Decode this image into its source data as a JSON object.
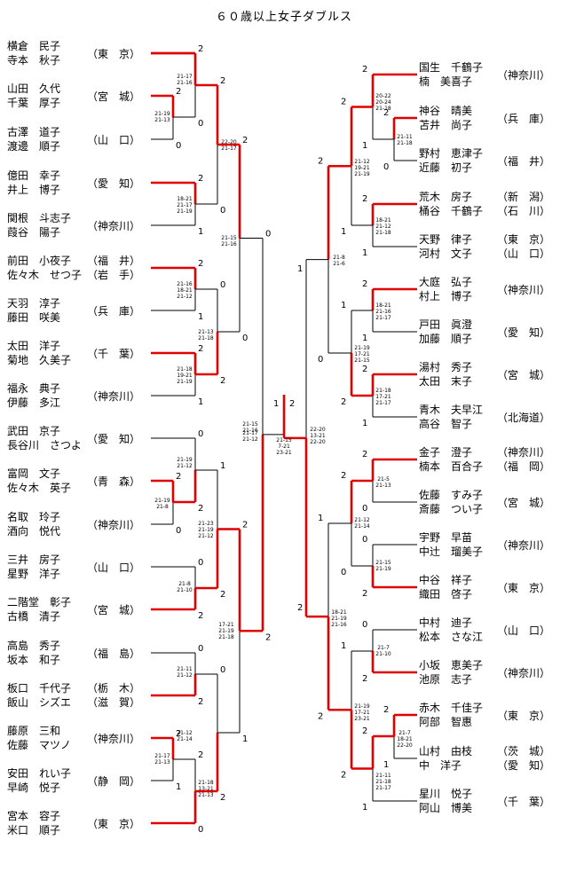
{
  "title": "６０歳以上女子ダブルス",
  "colors": {
    "win": "#e00000",
    "line": "#000000"
  },
  "left_teams": [
    {
      "p1": "横倉　民子",
      "p2": "寺本　秋子",
      "pref": "（東　京）"
    },
    {
      "p1": "山田　久代",
      "p2": "千葉　厚子",
      "pref": "（宮　城）"
    },
    {
      "p1": "古澤　道子",
      "p2": "渡邊　順子",
      "pref": "（山　口）"
    },
    {
      "p1": "億田　幸子",
      "p2": "井上　博子",
      "pref": "（愛　知）"
    },
    {
      "p1": "関根　斗志子",
      "p2": "葭谷　陽子",
      "pref": "（神奈川）"
    },
    {
      "p1": "前田　小夜子",
      "p2": "佐々木　せつ子",
      "pref": "（福　井）",
      "pref2": "（岩　手）"
    },
    {
      "p1": "天羽　淳子",
      "p2": "藤田　咲美",
      "pref": "（兵　庫）"
    },
    {
      "p1": "太田　洋子",
      "p2": "菊地　久美子",
      "pref": "（千　葉）"
    },
    {
      "p1": "福永　典子",
      "p2": "伊藤　多江",
      "pref": "（神奈川）"
    },
    {
      "p1": "武田　京子",
      "p2": "長谷川　さつよ",
      "pref": "（愛　知）"
    },
    {
      "p1": "富岡　文子",
      "p2": "佐々木　英子",
      "pref": "（青　森）"
    },
    {
      "p1": "名取　玲子",
      "p2": "酒向　悦代",
      "pref": "（神奈川）"
    },
    {
      "p1": "三井　房子",
      "p2": "星野　洋子",
      "pref": "（山　口）"
    },
    {
      "p1": "二階堂　彰子",
      "p2": "古橋　清子",
      "pref": "（宮　城）"
    },
    {
      "p1": "高島　秀子",
      "p2": "坂本　和子",
      "pref": "（福　島）"
    },
    {
      "p1": "板口　千代子",
      "p2": "飯山　シズエ",
      "pref": "（栃　木）",
      "pref2": "（滋　賀）"
    },
    {
      "p1": "藤原　三和",
      "p2": "佐藤　マツノ",
      "pref": "（神奈川）"
    },
    {
      "p1": "安田　れい子",
      "p2": "早崎　悦子",
      "pref": "（静　岡）"
    },
    {
      "p1": "宮本　容子",
      "p2": "米口　順子",
      "pref": "（東　京）"
    }
  ],
  "right_teams": [
    {
      "p1": "国生　千鶴子",
      "p2": "楠　美喜子",
      "pref": "（神奈川）"
    },
    {
      "p1": "神谷　晴美",
      "p2": "苫井　尚子",
      "pref": "（兵　庫）"
    },
    {
      "p1": "野村　恵津子",
      "p2": "近藤　初子",
      "pref": "（福　井）"
    },
    {
      "p1": "荒木　房子",
      "p2": "桶谷　千鶴子",
      "pref": "（新　潟）",
      "pref2": "（石　川）"
    },
    {
      "p1": "天野　律子",
      "p2": "河村　文子",
      "pref": "（東　京）",
      "pref2": "（山　口）"
    },
    {
      "p1": "大庭　弘子",
      "p2": "村上　博子",
      "pref": "（神奈川）"
    },
    {
      "p1": "戸田　眞澄",
      "p2": "加藤　順子",
      "pref": "（愛　知）"
    },
    {
      "p1": "湯村　秀子",
      "p2": "太田　末子",
      "pref": "（宮　城）"
    },
    {
      "p1": "青木　夫早江",
      "p2": "高谷　智子",
      "pref": "（北海道）"
    },
    {
      "p1": "金子　澄子",
      "p2": "楠本　百合子",
      "pref": "（神奈川）",
      "pref2": "（福　岡）"
    },
    {
      "p1": "佐藤　すみ子",
      "p2": "斎藤　つい子",
      "pref": "（宮　城）"
    },
    {
      "p1": "宇野　早苗",
      "p2": "中辻　瑠美子",
      "pref": "（神奈川）"
    },
    {
      "p1": "中谷　祥子",
      "p2": "織田　啓子",
      "pref": "（東　京）"
    },
    {
      "p1": "中村　迪子",
      "p2": "松本　さな江",
      "pref": "（山　口）"
    },
    {
      "p1": "小坂　恵美子",
      "p2": "池原　志子",
      "pref": "（神奈川）"
    },
    {
      "p1": "赤木　千佳子",
      "p2": "阿部　智惠",
      "pref": "（東　京）"
    },
    {
      "p1": "山村　由枝",
      "p2": "中　洋子",
      "pref": "（茨　城）",
      "pref2": "（愛　知）"
    },
    {
      "p1": "星川　悦子",
      "p2": "阿山　博美",
      "pref": "（千　葉）"
    }
  ],
  "final": {
    "score_left": [
      "21-17",
      "21-12"
    ],
    "score_center": [
      "21-15",
      "7-21",
      "23-21"
    ],
    "score_right": [
      "22-20",
      "13-21",
      "22-20"
    ],
    "left_wins": "1",
    "right_wins": "2"
  },
  "left_matches": [
    {
      "id": "L1",
      "games": [
        "21-19",
        "21-13"
      ],
      "top_wins": "2",
      "bottom_wins": "0"
    },
    {
      "id": "L2",
      "games": [
        "22-20",
        "21-17"
      ],
      "top_wins": "2",
      "bottom_wins": "0"
    },
    {
      "id": "L3",
      "games": [
        "21-17",
        "21-16"
      ],
      "top_wins": "2",
      "bottom_wins": "0"
    },
    {
      "id": "L4",
      "games": [
        "18-21",
        "21-17",
        "21-19"
      ],
      "top_wins": "2",
      "bottom_wins": "1"
    },
    {
      "id": "L5",
      "games": [
        "21-16",
        "18-21",
        "21-12"
      ],
      "top_wins": "2",
      "bottom_wins": "1"
    },
    {
      "id": "L6",
      "games": [
        "21-18",
        "19-21",
        "21-19"
      ],
      "top_wins": "2",
      "bottom_wins": "1"
    },
    {
      "id": "L7",
      "games": [
        "21-13",
        "21-18"
      ],
      "top_wins": "0",
      "bottom_wins": "2"
    },
    {
      "id": "L8",
      "games": [
        "21-15",
        "21-16"
      ],
      "top_wins": "2",
      "bottom_wins": "0"
    },
    {
      "id": "L9",
      "games": [
        "21-19",
        "21-8"
      ],
      "top_wins": "2",
      "bottom_wins": "0"
    },
    {
      "id": "L10",
      "games": [
        "21-19",
        "21-12"
      ],
      "top_wins": "0",
      "bottom_wins": "2"
    },
    {
      "id": "L11",
      "games": [
        "21-8",
        "21-10"
      ],
      "top_wins": "0",
      "bottom_wins": "2"
    },
    {
      "id": "L12",
      "games": [
        "21-23",
        "21-19",
        "21-12"
      ],
      "top_wins": "1",
      "bottom_wins": "2"
    },
    {
      "id": "L13",
      "games": [
        "21-11",
        "21-12"
      ],
      "top_wins": "0",
      "bottom_wins": "2"
    },
    {
      "id": "L14",
      "games": [
        "21-17",
        "21-13"
      ],
      "top_wins": "2",
      "bottom_wins": "1"
    },
    {
      "id": "L15",
      "games": [
        "21-12",
        "21-14"
      ],
      "top_wins": "2",
      "bottom_wins": "0"
    },
    {
      "id": "L16",
      "games": [
        "21-18",
        "13-21",
        "21-13"
      ],
      "top_wins": "0",
      "bottom_wins": "2"
    },
    {
      "id": "L17",
      "games": [
        "17-21",
        "21-19",
        "21-18"
      ],
      "top_wins": "2",
      "bottom_wins": "1"
    },
    {
      "id": "L18",
      "games": [
        "21-15",
        "21-16"
      ],
      "top_wins": "0",
      "bottom_wins": "2"
    }
  ],
  "right_matches": [
    {
      "id": "R1",
      "games": [
        "20-22",
        "20-24",
        "21-18"
      ],
      "top_wins": "2",
      "bottom_wins": "1"
    },
    {
      "id": "R2",
      "games": [
        "21-11",
        "21-18"
      ],
      "top_wins": "2",
      "bottom_wins": "0"
    },
    {
      "id": "R3",
      "games": [
        "21-12",
        "19-21",
        "21-19"
      ],
      "top_wins": "2",
      "bottom_wins": "1"
    },
    {
      "id": "R4",
      "games": [
        "18-21",
        "21-12",
        "21-18"
      ],
      "top_wins": "2",
      "bottom_wins": "1"
    },
    {
      "id": "R5",
      "games": [
        "21-8",
        "21-6"
      ],
      "top_wins": "2",
      "bottom_wins": "0"
    },
    {
      "id": "R6",
      "games": [
        "18-21",
        "21-16",
        "21-17"
      ],
      "top_wins": "2",
      "bottom_wins": "1"
    },
    {
      "id": "R7",
      "games": [
        "21-19",
        "17-21",
        "21-15"
      ],
      "top_wins": "1",
      "bottom_wins": "2"
    },
    {
      "id": "R8",
      "games": [
        "21-18",
        "17-21",
        "21-17"
      ],
      "top_wins": "2",
      "bottom_wins": "1"
    },
    {
      "id": "R9",
      "games": [
        "21-5",
        "21-13"
      ],
      "top_wins": "2",
      "bottom_wins": "0"
    },
    {
      "id": "R10",
      "games": [
        "21-12",
        "21-14"
      ],
      "top_wins": "2",
      "bottom_wins": "0"
    },
    {
      "id": "R11",
      "games": [
        "21-15",
        "21-19"
      ],
      "top_wins": "0",
      "bottom_wins": "2"
    },
    {
      "id": "R12",
      "games": [
        "18-21",
        "21-19",
        "21-16"
      ],
      "top_wins": "1",
      "bottom_wins": "2"
    },
    {
      "id": "R13",
      "games": [
        "21-7",
        "21-10"
      ],
      "top_wins": "0",
      "bottom_wins": "2"
    },
    {
      "id": "R14",
      "games": [
        "21-19",
        "17-21",
        "23-21"
      ],
      "top_wins": "1",
      "bottom_wins": "2"
    },
    {
      "id": "R15",
      "games": [
        "21-7",
        "18-21",
        "22-20"
      ],
      "top_wins": "2",
      "bottom_wins": "1"
    },
    {
      "id": "R16",
      "games": [
        "21-11",
        "21-18",
        "21-17"
      ],
      "top_wins": "2",
      "bottom_wins": "1"
    }
  ]
}
